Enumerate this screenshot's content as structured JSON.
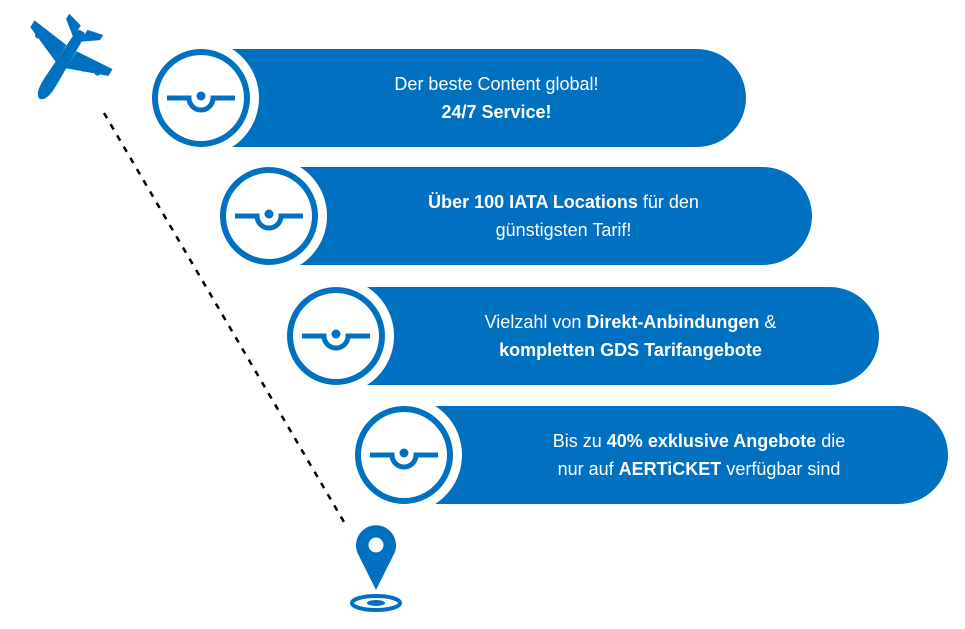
{
  "colors": {
    "brand_blue": "#0070C0",
    "background": "#FFFFFF",
    "text_on_blue": "#FFFFFF",
    "dash_line": "#000000"
  },
  "icons": {
    "start": "airplane-icon",
    "step": "dial-gauge-icon",
    "end": "location-pin-icon"
  },
  "steps": [
    {
      "lines": [
        [
          {
            "text": "Der beste Content global!",
            "bold": false
          }
        ],
        [
          {
            "text": "24/7 Service!",
            "bold": true
          }
        ]
      ]
    },
    {
      "lines": [
        [
          {
            "text": "Über 100 IATA Locations",
            "bold": true
          },
          {
            "text": " für den",
            "bold": false
          }
        ],
        [
          {
            "text": "günstigsten Tarif!",
            "bold": false
          }
        ]
      ]
    },
    {
      "lines": [
        [
          {
            "text": "Vielzahl von ",
            "bold": false
          },
          {
            "text": "Direkt-Anbindungen",
            "bold": true
          },
          {
            "text": " &",
            "bold": false
          }
        ],
        [
          {
            "text": "kompletten GDS Tarifangebote",
            "bold": true
          }
        ]
      ]
    },
    {
      "lines": [
        [
          {
            "text": "Bis zu ",
            "bold": false
          },
          {
            "text": "40% exklusive Angebote",
            "bold": true
          },
          {
            "text": " die",
            "bold": false
          }
        ],
        [
          {
            "text": "nur auf ",
            "bold": false
          },
          {
            "text": "AERTiCKET",
            "bold": true
          },
          {
            "text": " verfügbar sind",
            "bold": false
          }
        ]
      ]
    }
  ]
}
